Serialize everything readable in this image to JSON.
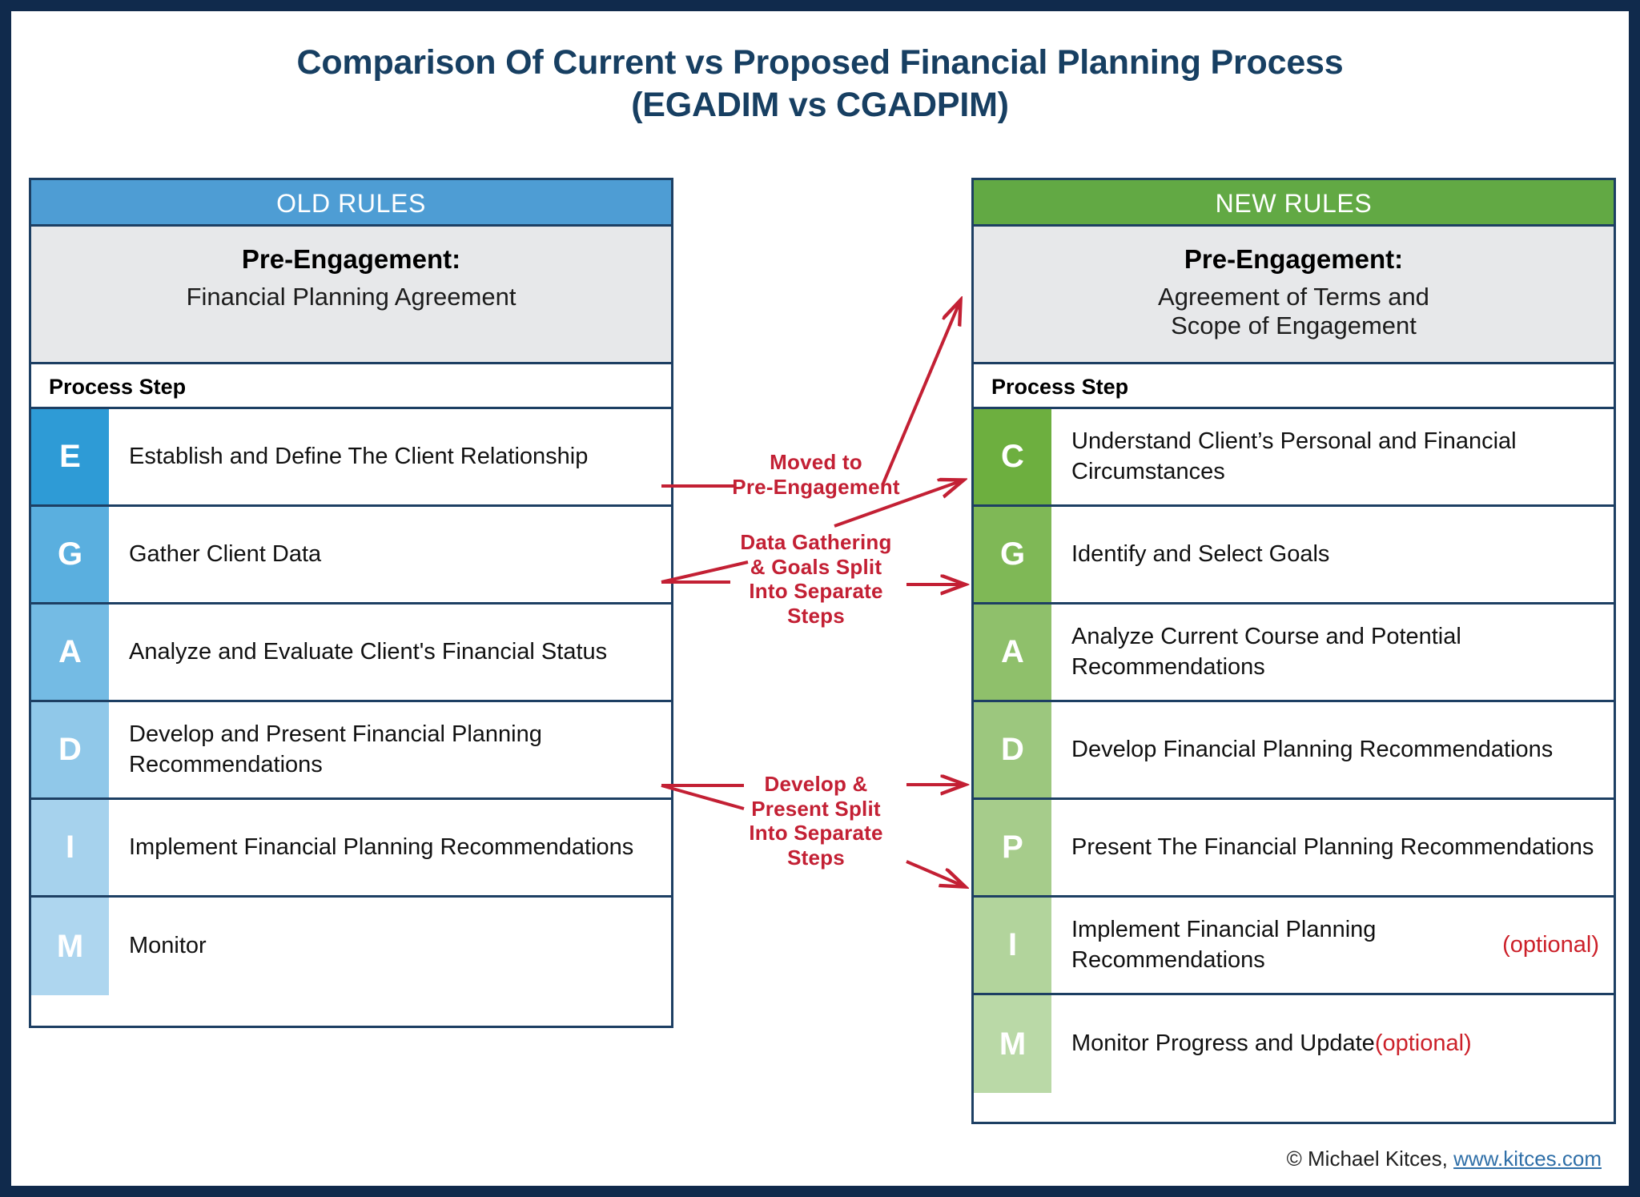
{
  "title": {
    "line1": "Comparison Of Current vs Proposed Financial Planning Process",
    "line2": "(EGADIM vs CGADPIM)"
  },
  "colors": {
    "frame": "#102a4c",
    "title": "#173F62",
    "old_banner": "#4e9dd4",
    "new_banner": "#62a944",
    "annotation_red": "#c32034",
    "optional_red": "#cc2029",
    "pre_engagement_bg": "#e7e8ea",
    "border": "#1d3f63",
    "link": "#2f6fa8"
  },
  "left_table": {
    "banner": "OLD RULES",
    "pre_engagement_title": "Pre-Engagement:",
    "pre_engagement_sub": "Financial Planning Agreement",
    "process_step_header": "Process Step",
    "rows": [
      {
        "letter": "E",
        "text": "Establish and Define The Client Relationship",
        "color": "#2e9bd6"
      },
      {
        "letter": "G",
        "text": "Gather Client Data",
        "color": "#5aafdf"
      },
      {
        "letter": "A",
        "text": "Analyze and Evaluate Client's Financial Status",
        "color": "#74bbe4"
      },
      {
        "letter": "D",
        "text": "Develop and Present Financial Planning Recommendations",
        "color": "#90c8e9"
      },
      {
        "letter": "I",
        "text": "Implement Financial Planning Recommendations",
        "color": "#a6d2ed"
      },
      {
        "letter": "M",
        "text": "Monitor",
        "color": "#aed6ef"
      }
    ]
  },
  "right_table": {
    "banner": "NEW RULES",
    "pre_engagement_title": "Pre-Engagement:",
    "pre_engagement_sub_line1": "Agreement of Terms and",
    "pre_engagement_sub_line2": "Scope of Engagement",
    "process_step_header": "Process Step",
    "rows": [
      {
        "letter": "C",
        "text": "Understand Client’s Personal and Financial Circumstances",
        "optional": "",
        "color": "#6daf3f"
      },
      {
        "letter": "G",
        "text": "Identify and Select Goals",
        "optional": "",
        "color": "#7fb856"
      },
      {
        "letter": "A",
        "text": "Analyze Current Course and Potential Recommendations",
        "optional": "",
        "color": "#8fc06b"
      },
      {
        "letter": "D",
        "text": "Develop Financial Planning Recommendations",
        "optional": "",
        "color": "#9cc77e"
      },
      {
        "letter": "P",
        "text": "Present The Financial Planning Recommendations",
        "optional": "",
        "color": "#a6cc8b"
      },
      {
        "letter": "I",
        "text": "Implement Financial Planning Recommendations ",
        "optional": "(optional)",
        "color": "#b2d49c"
      },
      {
        "letter": "M",
        "text": "Monitor Progress and Update ",
        "optional": "(optional)",
        "color": "#bad9a7"
      }
    ]
  },
  "annotations": [
    {
      "id": "moved",
      "line1": "Moved to",
      "line2": "Pre-Engagement"
    },
    {
      "id": "data-split",
      "line1": "Data Gathering",
      "line2": "& Goals Split",
      "line3": "Into Separate",
      "line4": "Steps"
    },
    {
      "id": "develop-split",
      "line1": "Develop &",
      "line2": "Present Split",
      "line3": "Into Separate",
      "line4": "Steps"
    }
  ],
  "footer": {
    "copyright": "© Michael Kitces, ",
    "link": "www.kitces.com"
  }
}
